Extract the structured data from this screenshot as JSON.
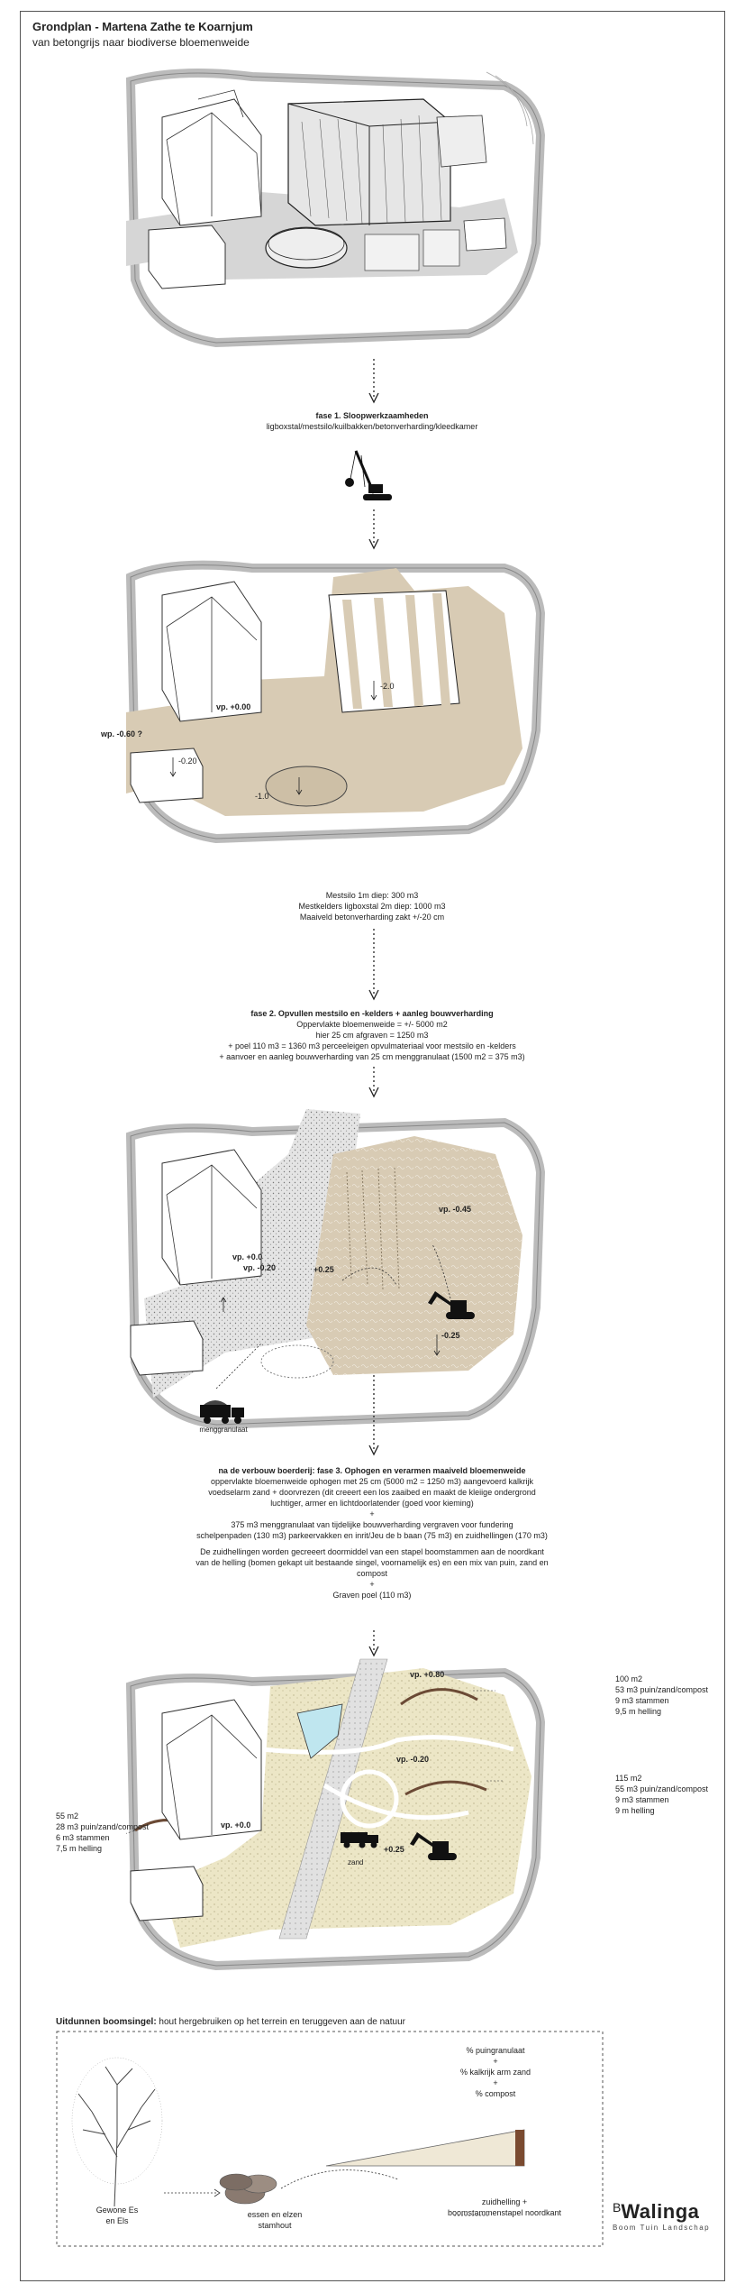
{
  "header": {
    "title": "Grondplan - Martena Zathe te Koarnjum",
    "subtitle": "van betongrijs naar biodiverse bloemenweide"
  },
  "phase1": {
    "title": "fase 1. Sloopwerkzaamheden",
    "subtitle": "ligboxstal/mestsilo/kuilbakken/betonverharding/kleedkamer"
  },
  "map2": {
    "vp_label": "vp. +0.00",
    "wp_label": "wp. -0.60 ?",
    "depth_stal": "-2.0",
    "depth_left": "-0.20",
    "depth_silo": "-1.0",
    "notes": [
      "Mestsilo 1m diep: 300 m3",
      "Mestkelders ligboxstal 2m diep: 1000 m3",
      "Maaiveld betonverharding zakt +/-20 cm"
    ]
  },
  "phase2": {
    "title": "fase 2. Opvullen mestsilo en -kelders + aanleg bouwverharding",
    "lines": [
      "Oppervlakte bloemenweide = +/- 5000 m2",
      "hier 25 cm afgraven = 1250 m3",
      "+ poel 110 m3 = 1360 m3 perceeleigen opvulmateriaal voor mestsilo en -kelders",
      "+ aanvoer en aanleg bouwverharding van 25 cm menggranulaat (1500 m2 = 375 m3)"
    ]
  },
  "map3": {
    "vp_label": "vp. +0.0",
    "level_a": "vp. -0.45",
    "level_b": "vp. -0.20",
    "level_c": "+0.25",
    "level_d": "-0.25",
    "truck_label": "menggranulaat"
  },
  "phase3": {
    "title": "na de verbouw boerderij: fase 3. Ophogen en verarmen maaiveld bloemenweide",
    "para1": [
      "oppervlakte bloemenweide ophogen met 25 cm (5000 m2 = 1250 m3) aangevoerd kalkrijk",
      "voedselarm zand + doorvrezen (dit creeert een los zaaibed en maakt de kleiige ondergrond",
      "luchtiger, armer en lichtdoorlatender (goed voor kieming)"
    ],
    "plus": "+",
    "para2": [
      "375 m3 menggranulaat van tijdelijke bouwverharding vergraven voor fundering",
      "schelpenpaden (130 m3) parkeervakken en inrit/Jeu de b baan (75 m3) en zuidhellingen (170 m3)"
    ],
    "para3": [
      "De zuidhellingen worden gecreeert doormiddel van een stapel boomstammen aan de noordkant",
      "van de helling (bomen gekapt uit bestaande singel, voornamelijk es) en een mix van puin, zand en",
      "compost"
    ],
    "plus2": "+",
    "para4": "Graven poel (110 m3)"
  },
  "map4": {
    "vp_label": "vp. +0.0",
    "level_top": "vp. +0.80",
    "level_mid": "vp. -0.20",
    "level_zand": "+0.25",
    "zand_label": "zand",
    "note_right_top": [
      "100 m2",
      "53 m3 puin/zand/compost",
      "9 m3 stammen",
      "9,5 m helling"
    ],
    "note_right_bottom": [
      "115 m2",
      "55 m3 puin/zand/compost",
      "9 m3 stammen",
      "9 m helling"
    ],
    "note_left": [
      "55 m2",
      "28 m3 puin/zand/compost",
      "6 m3 stammen",
      "7,5 m helling"
    ]
  },
  "bottom": {
    "title_bold": "Uitdunnen boomsingel:",
    "title_rest": " hout hergebruiken op het terrein en teruggeven aan de natuur",
    "tree_label": [
      "Gewone Es",
      "en Els"
    ],
    "logs_label": [
      "essen en elzen",
      "stamhout"
    ],
    "mix_lines": [
      "% puingranulaat",
      "+",
      "% kalkrijk arm zand",
      "+",
      "% compost"
    ],
    "slope_label": [
      "zuidhelling +",
      "boomstammenstapel noordkant"
    ]
  },
  "logo": {
    "mark": "B",
    "name": "Walinga",
    "tagline": "Boom  Tuin  Landschap"
  }
}
